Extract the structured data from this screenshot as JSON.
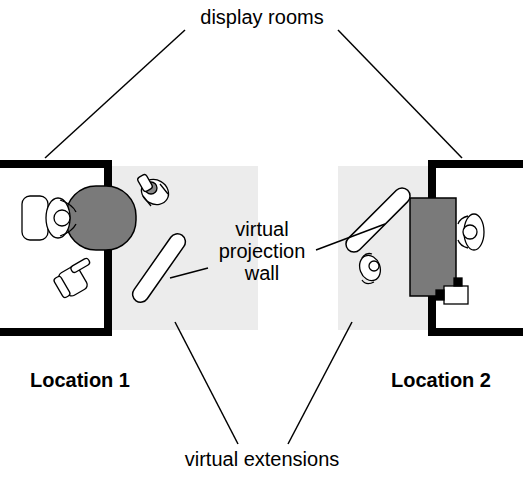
{
  "diagram": {
    "labels": [
      "display rooms",
      "virtual projection wall",
      "Location 1",
      "Location 2",
      "virtual extensions"
    ]
  }
}
